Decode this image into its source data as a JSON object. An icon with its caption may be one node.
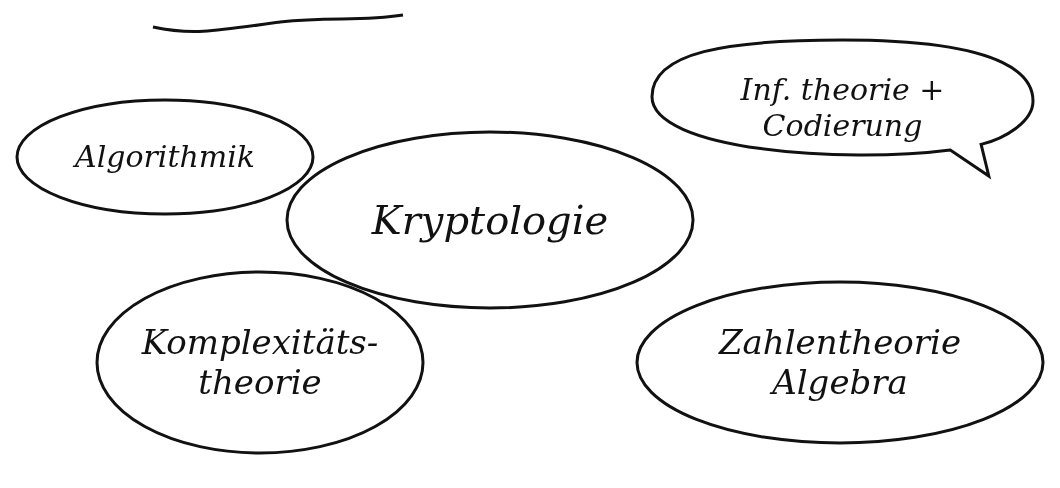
{
  "diagram": {
    "nodes": [
      {
        "text": [
          "Algorithmik"
        ]
      },
      {
        "text": [
          "Kryptologie"
        ]
      },
      {
        "text": [
          "Inf. theorie + Codierung"
        ]
      },
      {
        "text": [
          "Komplexitäts- theorie"
        ]
      },
      {
        "text": [
          "Zahlentheorie Algebra"
        ]
      }
    ],
    "edges": []
  }
}
